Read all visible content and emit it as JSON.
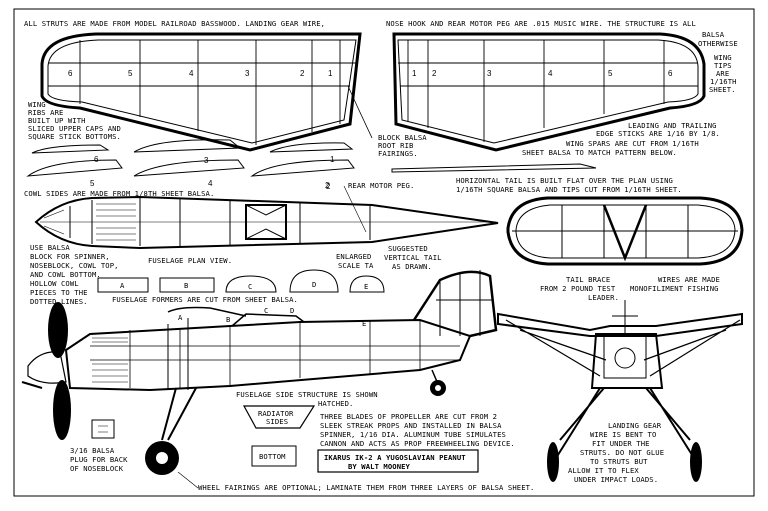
{
  "notes": {
    "struts": "ALL STRUTS ARE MADE FROM MODEL RAILROAD BASSWOOD.  LANDING GEAR WIRE,",
    "nose_hook": "NOSE HOOK AND REAR MOTOR PEG ARE .015 MUSIC WIRE.  THE STRUCTURE IS ALL",
    "balsa": [
      "BALSA",
      "OTHERWISE"
    ],
    "wing_tips": [
      "WING",
      "TIPS",
      "ARE",
      "1/16TH",
      "SHEET."
    ],
    "wing_ribs": [
      "WING",
      "RIBS ARE",
      "BUILT UP WITH",
      "SLICED UPPER CAPS AND",
      "SQUARE STICK BOTTOMS."
    ],
    "block_balsa": [
      "BLOCK BALSA",
      "ROOT RIB",
      "FAIRINGS."
    ],
    "leading_edge": [
      "LEADING AND TRAILING",
      "EDGE STICKS ARE 1/16 BY 1/8."
    ],
    "wing_spars": [
      "WING SPARS ARE CUT FROM 1/16TH",
      "SHEET BALSA TO MATCH PATTERN BELOW."
    ],
    "horizontal_tail": [
      "HORIZONTAL TAIL IS BUILT FLAT OVER THE PLAN USING",
      "1/16TH SQUARE BALSA AND TIPS CUT FROM 1/16TH SHEET."
    ],
    "cowl_sides": "COWL SIDES ARE MADE FROM 1/8TH SHEET BALSA.",
    "rear_motor_peg": "REAR MOTOR PEG.",
    "use_balsa": [
      "USE BALSA",
      "BLOCK FOR SPINNER,",
      "NOSEBLOCK, COWL TOP,",
      "AND COWL BOTTOM.",
      "HOLLOW COWL",
      "PIECES TO THE",
      "DOTTED LINES."
    ],
    "fuselage_plan": "FUSELAGE PLAN VIEW.",
    "enlarged_tail": [
      "ENLARGED",
      "SCALE TA"
    ],
    "suggested_tail": [
      "SUGGESTED",
      "VERTICAL TAIL",
      "AS DRAWN."
    ],
    "tail_brace": [
      "TAIL BRACE",
      "FROM 2 POUND TEST",
      "LEADER."
    ],
    "wires": [
      "WIRES ARE MADE",
      "MONOFILIMENT FISHING"
    ],
    "formers": "FUSELAGE FORMERS ARE CUT FROM SHEET BALSA.",
    "side_structure": [
      "FUSELAGE SIDE STRUCTURE IS SHOWN",
      "HATCHED."
    ],
    "radiator": [
      "RADIATOR",
      "SIDES"
    ],
    "bottom": "BOTTOM",
    "propeller": [
      "THREE BLADES OF PROPELLER ARE CUT FROM 2",
      "SLEEK STREAK PROPS AND INSTALLED IN BALSA",
      "SPINNER, 1/16 DIA. ALUMINUM TUBE SIMULATES",
      "CANNON AND ACTS AS PROP FREEWHEELING DEVICE."
    ],
    "plug": [
      "3/16 BALSA",
      "PLUG FOR BACK",
      "OF NOSEBLOCK"
    ],
    "landing_gear": [
      "LANDING GEAR",
      "WIRE IS BENT TO",
      "FIT UNDER THE",
      "STRUTS. DO NOT GLUE",
      "TO STRUTS BUT",
      "ALLOW IT TO FLEX",
      "UNDER IMPACT LOADS."
    ],
    "wheel_fairings": "WHEEL FAIRINGS ARE OPTIONAL; LAMINATE THEM FROM THREE LAYERS OF BALSA SHEET."
  },
  "title_box": [
    "IKARUS IK-2 A YUGOSLAVIAN PEANUT",
    "BY WALT MOONEY"
  ],
  "rib_numbers": {
    "left_wing": [
      "6",
      "5",
      "4",
      "3",
      "2",
      "1"
    ],
    "right_wing": [
      "1",
      "2",
      "3",
      "4",
      "5",
      "6"
    ],
    "ribs": [
      "6",
      "3",
      "1",
      "5",
      "4",
      "2"
    ]
  },
  "former_letters": [
    "A",
    "B",
    "C",
    "D",
    "E"
  ],
  "side_letters": [
    "A",
    "B",
    "C",
    "D",
    "E"
  ],
  "style": {
    "ink": "#000000",
    "paper": "#ffffff"
  }
}
